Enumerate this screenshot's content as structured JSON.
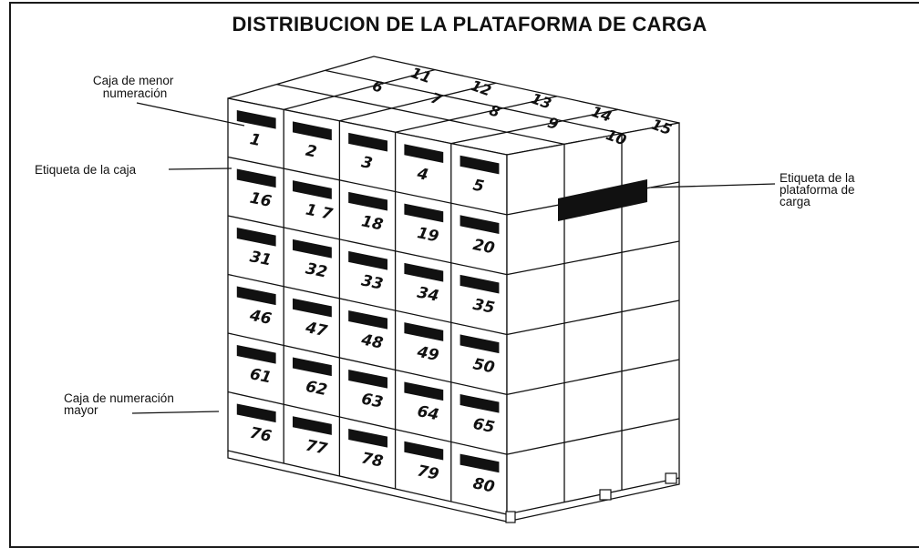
{
  "title": "DISTRIBUCION DE LA PLATAFORMA DE CARGA",
  "callouts": {
    "lowest_box": [
      "Caja de menor",
      "numeración"
    ],
    "box_label": [
      "Etiqueta de la caja"
    ],
    "pallet_label": [
      "Etiqueta de la",
      "plataforma de",
      "carga"
    ],
    "highest_box": [
      "Caja de numeración",
      "mayor"
    ]
  },
  "front_rows": [
    [
      "1",
      "2",
      "3",
      "4",
      "5"
    ],
    [
      "16",
      "1 7",
      "18",
      "19",
      "20"
    ],
    [
      "31",
      "32",
      "33",
      "34",
      "35"
    ],
    [
      "46",
      "47",
      "48",
      "49",
      "50"
    ],
    [
      "61",
      "62",
      "63",
      "64",
      "65"
    ],
    [
      "76",
      "77",
      "78",
      "79",
      "80"
    ]
  ],
  "top_numbers": [
    "6",
    "7",
    "8",
    "9",
    "10",
    "11",
    "12",
    "13",
    "14",
    "15"
  ],
  "colors": {
    "line": "#111111",
    "label": "#111111",
    "background": "#ffffff"
  }
}
